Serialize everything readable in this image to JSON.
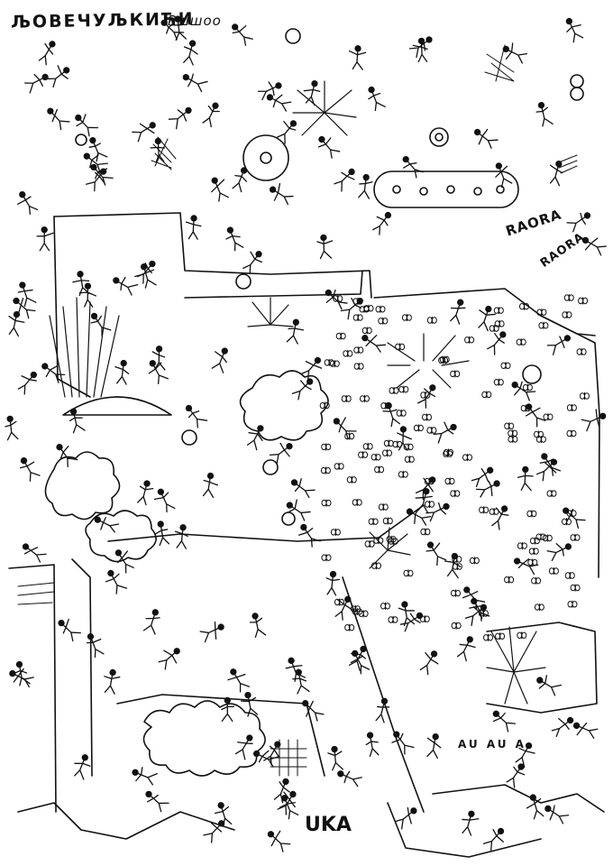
{
  "drawing": {
    "title": "ЉОВЕЧУЉКИЋИ",
    "signature": "Ршшоо",
    "scrawl_right_1": "RAORA",
    "scrawl_right_2": "RAORA",
    "scrawl_bottom": "AU AU A",
    "mark_bottom": "UKA"
  },
  "colors": {
    "ink": "#111111",
    "paper": "#ffffff"
  }
}
